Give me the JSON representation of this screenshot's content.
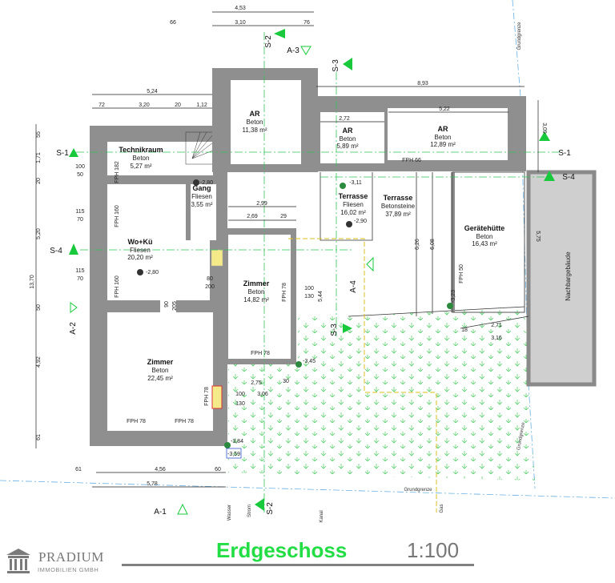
{
  "plan": {
    "title": "Erdgeschoss",
    "scale": "1:100",
    "company": {
      "name": "PRADIUM",
      "subtitle": "IMMOBILIEN GMBH"
    },
    "rooms": [
      {
        "name": "AR",
        "material": "Beton",
        "area": "11,38 m²"
      },
      {
        "name": "AR",
        "material": "Beton",
        "area": "5,89 m²"
      },
      {
        "name": "AR",
        "material": "Beton",
        "area": "12,89 m²"
      },
      {
        "name": "Technikraum",
        "material": "Beton",
        "area": "5,27 m²"
      },
      {
        "name": "Gang",
        "material": "Fliesen",
        "area": "3,55 m²"
      },
      {
        "name": "Wo+Kü",
        "material": "Fliesen",
        "area": "20,20 m²"
      },
      {
        "name": "Zimmer",
        "material": "Beton",
        "area": "14,82 m²"
      },
      {
        "name": "Zimmer",
        "material": "Beton",
        "area": "22,45 m²"
      },
      {
        "name": "Terrasse",
        "material": "Fliesen",
        "area": "16,02 m²"
      },
      {
        "name": "Terrasse",
        "material": "Betonsteine",
        "area": "37,89 m²"
      },
      {
        "name": "Gerätehütte",
        "material": "Beton",
        "area": "16,43 m²"
      }
    ],
    "neighbor": "Nachbargebäude",
    "boundary": "Grundgrenze",
    "sections": {
      "s1": "S-1",
      "s2": "S-2",
      "s3": "S-3",
      "s4": "S-4",
      "a1": "A-1",
      "a2": "A-2",
      "a3": "A-3",
      "a4": "A-4"
    },
    "utilities": {
      "water": "Wasser",
      "power": "Strom",
      "sewer": "Kanal",
      "gas": "Gas"
    },
    "dims": {
      "top_total": "4,53",
      "top_a": "66",
      "top_b": "3,10",
      "top_c": "76",
      "left_total": "5,24",
      "l1": "72",
      "l2": "3,20",
      "l3": "20",
      "l4": "1,12",
      "right_total": "8,93",
      "ar_w": "5,22",
      "ar2_w": "2,72",
      "h309": "3,09",
      "v_total": "13,70",
      "v1": "55",
      "v2": "1,71",
      "v3": "20",
      "v4": "5,20",
      "v5": "50",
      "v6": "4,92",
      "v7": "61",
      "b1": "61",
      "b2": "4,56",
      "b3": "60",
      "b_total": "5,78",
      "d299": "2,99",
      "d269": "2,69",
      "d29": "29",
      "d626": "6,26",
      "d608": "6,08",
      "d575": "5,75",
      "d271": "2,71",
      "d316": "3,16",
      "d18": "18",
      "d275": "2,75",
      "d306": "3,06",
      "d30": "30",
      "d544": "5,44"
    },
    "levels": {
      "l280a": "-2,80",
      "l280b": "-2,80",
      "l290": "-2,90",
      "l311": "-3,11",
      "l323": "-3,23",
      "l345": "-3,45",
      "l384": "-3,84",
      "l359": "-3,59"
    },
    "windows": {
      "fph182": "FPH 182",
      "fph160a": "FPH 160",
      "fph160b": "FPH 160",
      "fph78a": "FPH 78",
      "fph78b": "FPH 78",
      "fph78c": "FPH 78",
      "fph78d": "FPH 78",
      "fph78e": "FPH 78",
      "fph66": "FPH 66",
      "fph50": "FPH 50"
    },
    "openings": {
      "o100": "100",
      "o50": "50",
      "o115": "115",
      "o70": "70",
      "o130": "130",
      "o200": "200",
      "o80": "80",
      "o90": "90",
      "o205": "205"
    }
  }
}
